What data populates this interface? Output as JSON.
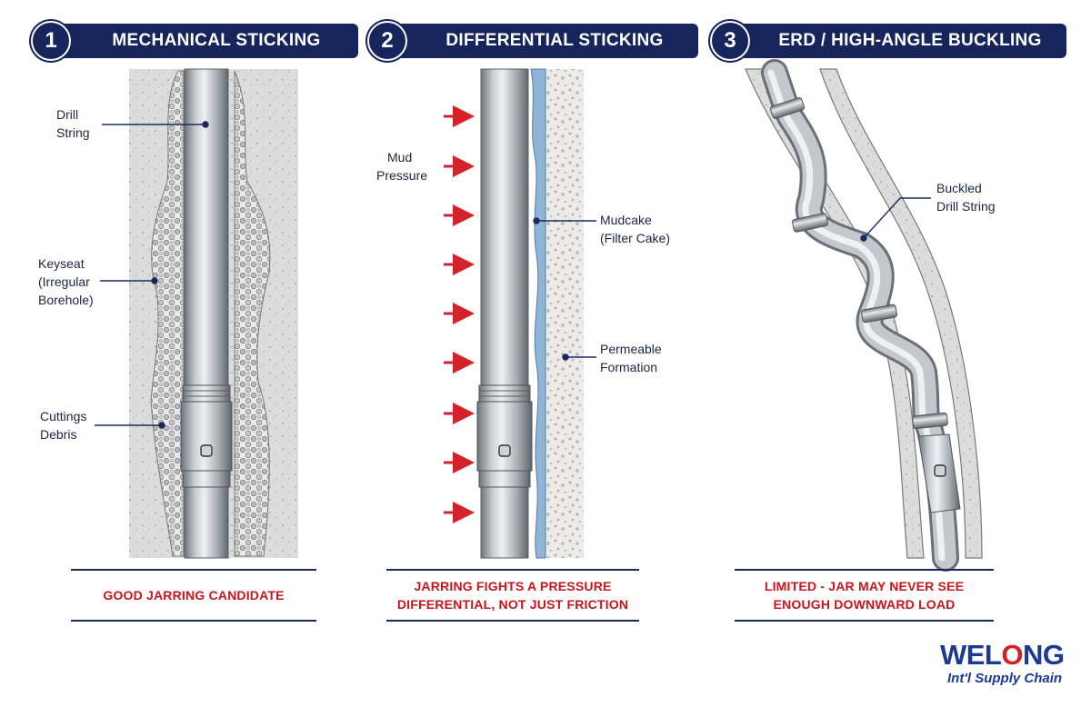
{
  "panels": [
    {
      "number": "1",
      "title": "MECHANICAL STICKING",
      "labels": {
        "drill_string": [
          "Drill",
          "String"
        ],
        "keyseat": [
          "Keyseat",
          "(Irregular",
          "Borehole)"
        ],
        "cuttings": [
          "Cuttings",
          "Debris"
        ]
      },
      "caption": [
        "GOOD JARRING CANDIDATE"
      ]
    },
    {
      "number": "2",
      "title": "DIFFERENTIAL STICKING",
      "labels": {
        "mud_pressure": [
          "Mud",
          "Pressure"
        ],
        "mudcake": [
          "Mudcake",
          "(Filter Cake)"
        ],
        "formation": [
          "Permeable",
          "Formation"
        ]
      },
      "caption": [
        "JARRING FIGHTS A PRESSURE",
        "DIFFERENTIAL, NOT JUST FRICTION"
      ]
    },
    {
      "number": "3",
      "title": "ERD / HIGH-ANGLE BUCKLING",
      "labels": {
        "buckled": [
          "Buckled",
          "Drill String"
        ]
      },
      "caption": [
        "LIMITED - JAR MAY NEVER SEE",
        "ENOUGH DOWNWARD LOAD"
      ]
    }
  ],
  "logo": {
    "word_pre": "WEL",
    "word_o": "O",
    "word_post": "NG",
    "tagline": "Int'l Supply Chain"
  },
  "colors": {
    "navy": "#16255c",
    "accent_red": "#c8161e",
    "rock": "#d9d9d9",
    "steel": "#c3c7cc",
    "mudcake": "#8fb4d6"
  }
}
